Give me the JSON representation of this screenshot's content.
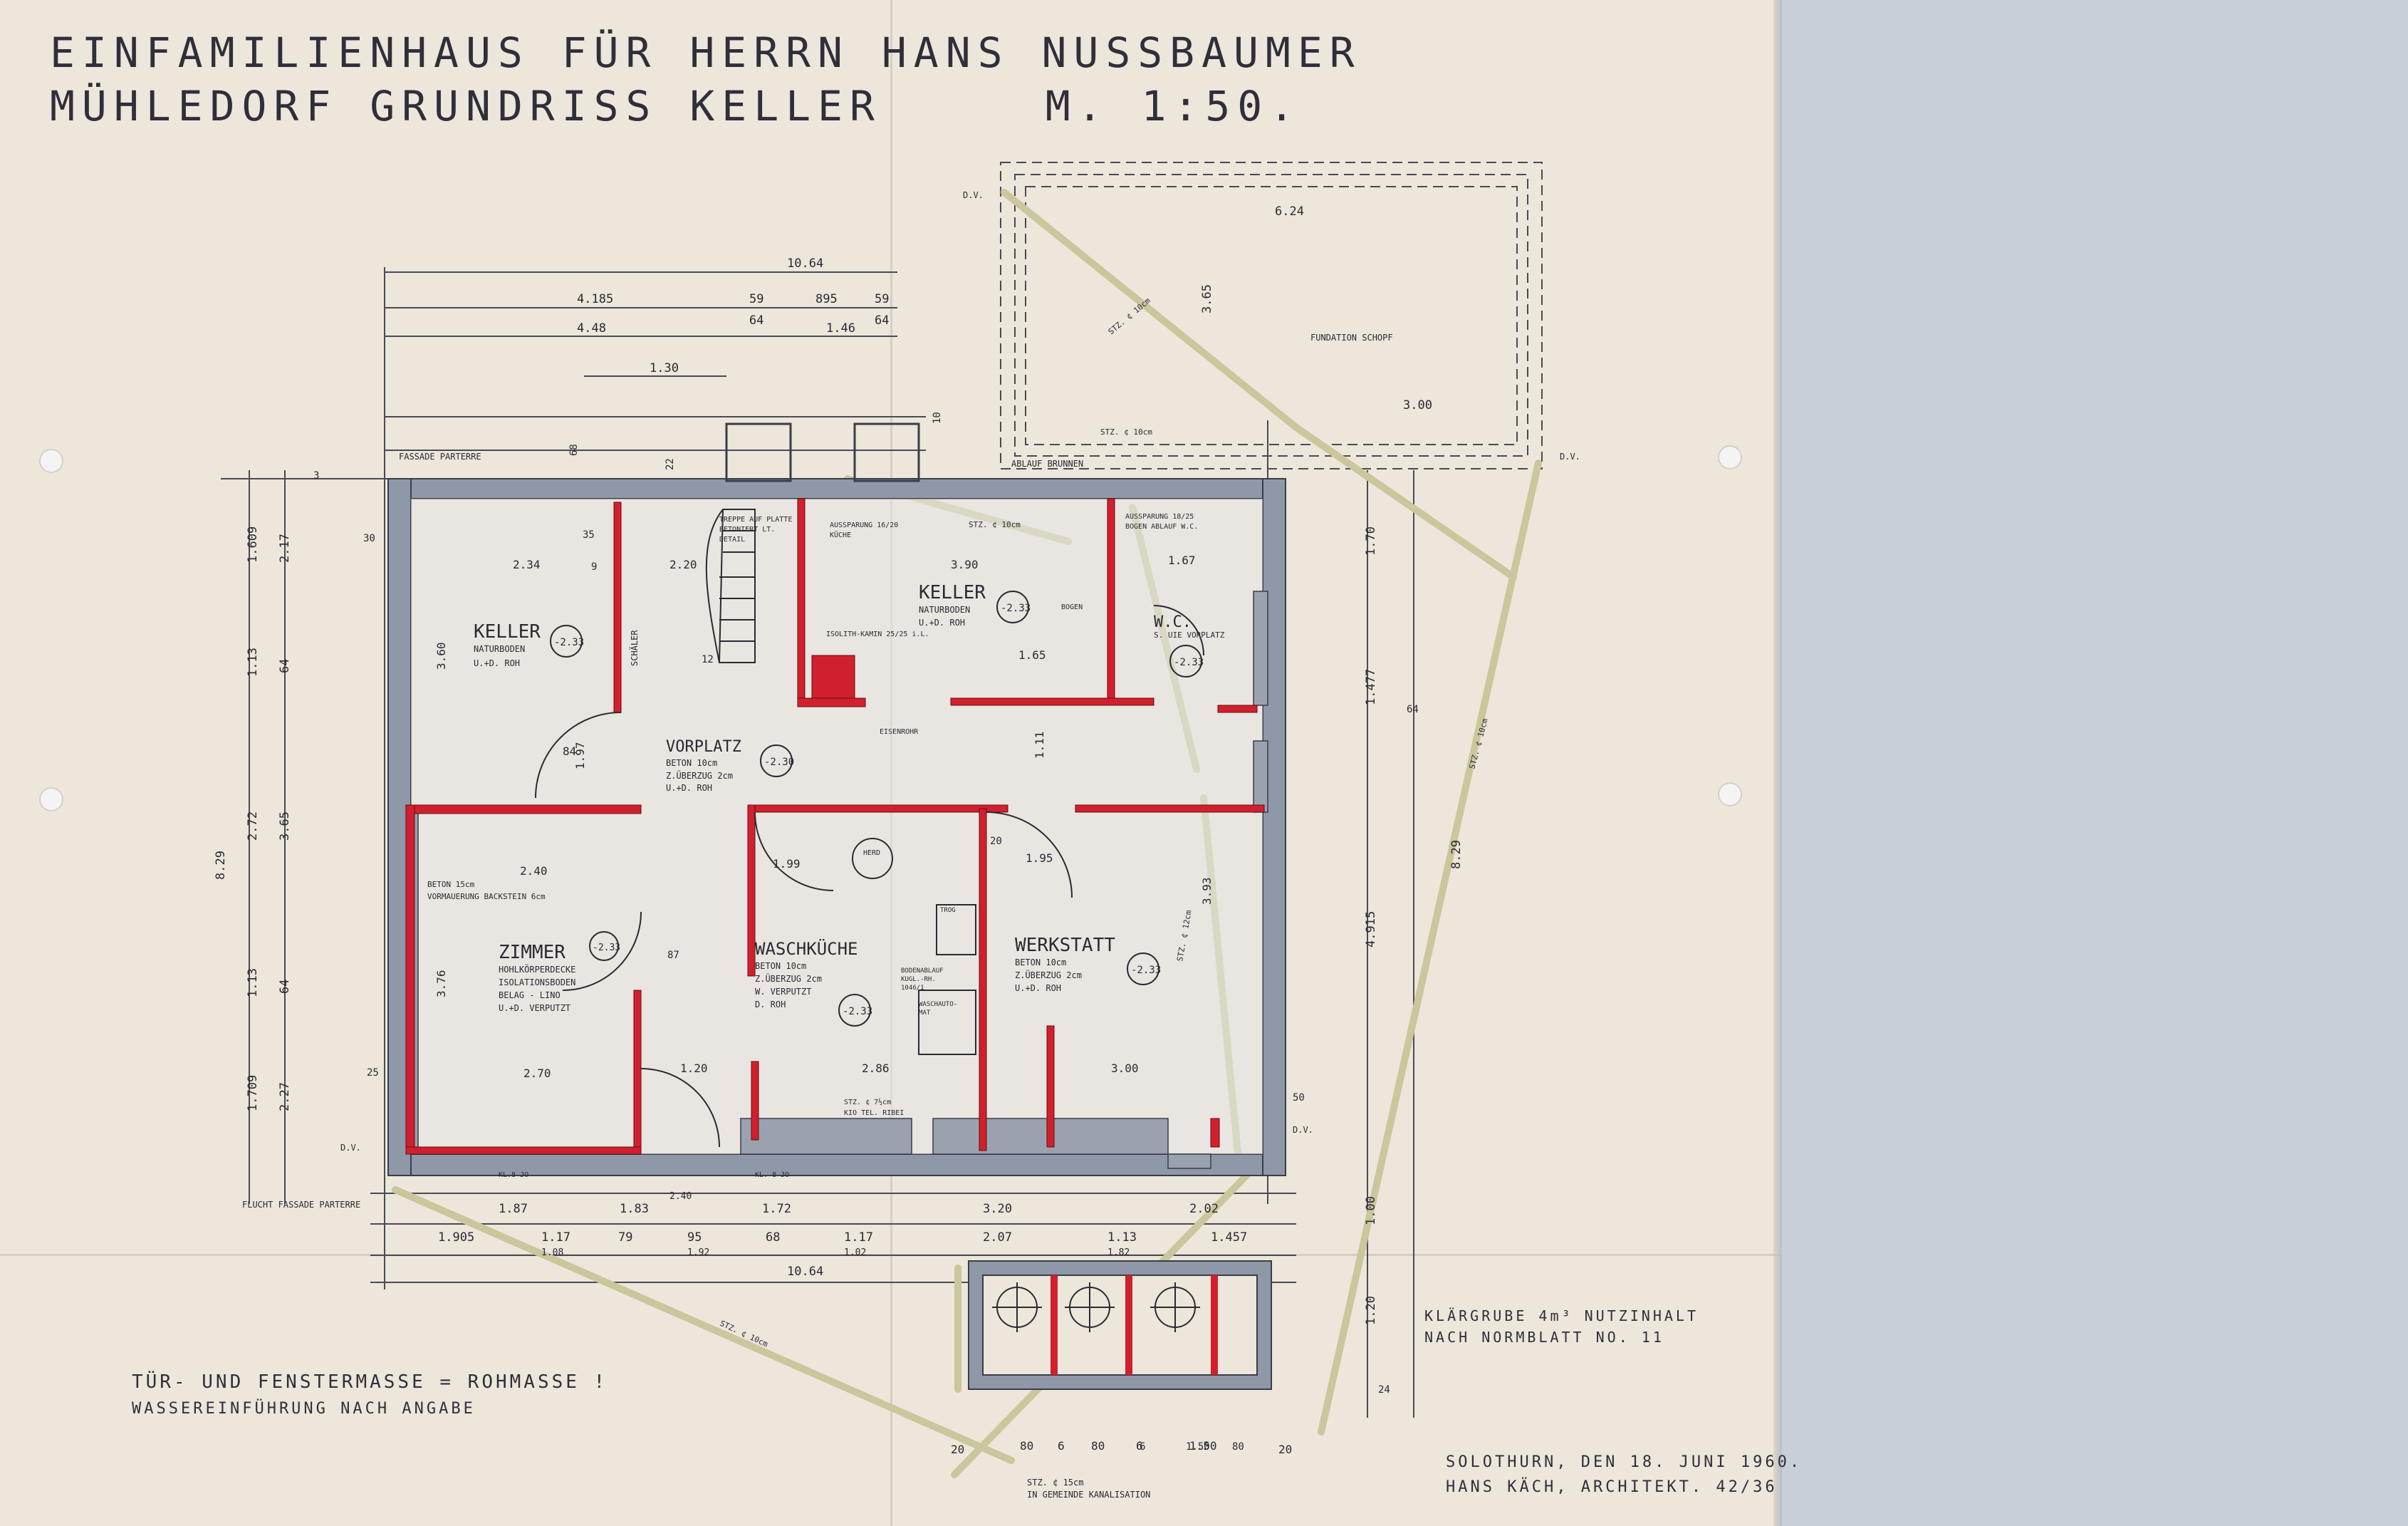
{
  "title": {
    "line1": "EINFAMILIENHAUS FÜR HERRN HANS NUSSBAUMER",
    "line2_place": "MÜHLEDORF GRUNDRISS KELLER",
    "line2_scale": "M. 1:50."
  },
  "rooms": [
    {
      "name": "KELLER",
      "sub": [
        "NATURBODEN",
        "U.+D. ROH"
      ],
      "level": "-2.33"
    },
    {
      "name": "KELLER",
      "sub": [
        "NATURBODEN",
        "U.+D. ROH"
      ],
      "level": "-2.33"
    },
    {
      "name": "W.C.",
      "sub": [
        "S. UIE VORPLATZ"
      ],
      "level": "-2.33"
    },
    {
      "name": "VORPLATZ",
      "sub": [
        "BETON 10cm",
        "Z.ÜBERZUG 2cm",
        "U.+D. ROH"
      ],
      "level": "-2.30"
    },
    {
      "name": "ZIMMER",
      "sub": [
        "HOHLKÖRPERDECKE",
        "ISOLATIONSBODEN",
        "BELAG - LINO",
        "U.+D. VERPUTZT"
      ],
      "level": "-2.33"
    },
    {
      "name": "WASCHKÜCHE",
      "sub": [
        "BETON 10cm",
        "Z.ÜBERZUG 2cm",
        "W. VERPUTZT",
        "D. ROH"
      ],
      "level": "-2.33"
    },
    {
      "name": "WERKSTATT",
      "sub": [
        "BETON 10cm",
        "Z.ÜBERZUG 2cm",
        "U.+D. ROH"
      ],
      "level": "-2.33"
    }
  ],
  "annotations": {
    "fundation": "FUNDATION SCHOPF",
    "fassade": "FASSADE PARTERRE",
    "flucht": "FLUCHT FASSADE PARTERRE",
    "abblaub": "ABLAUF BRUNNEN",
    "treppe": [
      "TREPPE AUF PLATTE",
      "BETONIERT LT.",
      "DETAIL"
    ],
    "aussparung_kueche": [
      "AUSSPARUNG 16/20",
      "KÜCHE"
    ],
    "aussparung_bogen": [
      "AUSSPARUNG 18/25",
      "BOGEN ABLAUF W.C."
    ],
    "isolith": "ISOLITH-KAMIN 25/25 i.L.",
    "bogen": "BOGEN",
    "eisenrohr": "EISENROHR",
    "schaeler": "SCHÄLER",
    "beton_zimmer": [
      "BETON 15cm",
      "VORMAUERUNG BACKSTEIN 6cm"
    ],
    "herd": "HERD",
    "trog": "TROG",
    "bodenablauf": [
      "BODENABLAUF",
      "KUGL.-RH.",
      "1046/1"
    ],
    "waschautomat": [
      "WASCHAUTO-",
      "MAT"
    ],
    "stz_kueche": [
      "STZ. ¢ 7½cm",
      "KIO TEL. RIBEI"
    ],
    "kl_8_jo": "KL.8 JO",
    "kl_8_jo_2": "KL. 8 JO",
    "dv": "D.V."
  },
  "pipes": [
    "STZ. ¢ 10cm",
    "STZ. ¢ 10cm",
    "STZ. ¢ 10cm",
    "STZ. ¢ 10cm",
    "STZ. ¢ 10cm",
    "STZ. ¢ 12cm"
  ],
  "dimensions": {
    "top_total": "10.64",
    "top_row1": [
      "4.185",
      "59",
      "895",
      "59"
    ],
    "top_row2": [
      "4.48",
      "64",
      "1.46",
      "64"
    ],
    "top_130": "1.30",
    "bottom_total": "10.64",
    "bottom_row1": [
      "1.87",
      "1.83",
      "1.72",
      "3.20",
      "2.02"
    ],
    "bottom_row2": [
      "1.905",
      "1.17",
      "79",
      "95",
      "68",
      "1.17",
      "2.07",
      "1.13",
      "1.457"
    ],
    "bottom_row3": [
      "1.08",
      "1.92",
      "1.02",
      "1.82"
    ],
    "bottom_240": "2.40",
    "left_total": "8.29",
    "left_dims": [
      "1.609",
      "2.17",
      "1.13",
      "64",
      "2.72",
      "3.65",
      "1.13",
      "64",
      "1.709",
      "2.27"
    ],
    "right_dims": [
      "1.70",
      "1.477",
      "4.915",
      "1.00",
      "1.20",
      "8.29"
    ],
    "schopf_w": "6.24",
    "schopf_h": "3.65",
    "schopf_300": "3.00",
    "room_dims": [
      "2.34",
      "2.20",
      "3.90",
      "1.67",
      "3.60",
      "2.40",
      "3.76",
      "2.70",
      "1.20",
      "2.86",
      "3.00",
      "1.99",
      "1.95",
      "1.65",
      "1.11",
      "1.97",
      "3.93",
      "84"
    ],
    "small_values": [
      "30",
      "35",
      "12",
      "9",
      "22",
      "68",
      "20",
      "10",
      "25",
      "50",
      "64",
      "87",
      "6",
      "80",
      "24",
      "1.50",
      "3"
    ],
    "klaer_dims": [
      "20",
      "80",
      "6",
      "80",
      "6",
      "1.50",
      "20"
    ]
  },
  "klaergrube": {
    "line1": "KLÄRGRUBE 4m³ NUTZINHALT",
    "line2": "NACH NORMBLATT NO. 11",
    "kanal": "IN GEMEINDE KANALISATION",
    "pipe": "STZ. ¢ 15cm"
  },
  "notes": {
    "line1": "TÜR- UND FENSTERMASSE = ROHMASSE !",
    "line2": "WASSEREINFÜHRUNG NACH ANGABE"
  },
  "signature": {
    "line1": "SOLOTHURN, DEN 18. JUNI 1960.",
    "line2": "HANS KÄCH, ARCHITEKT. 42/36"
  },
  "colors": {
    "paper": "#ece6db",
    "backdrop": "#c9cfd8",
    "outer_wall": "#8f98a8",
    "new_wall": "#d0202e",
    "ink": "#2a2a33",
    "pipe": "#c9c79b"
  }
}
